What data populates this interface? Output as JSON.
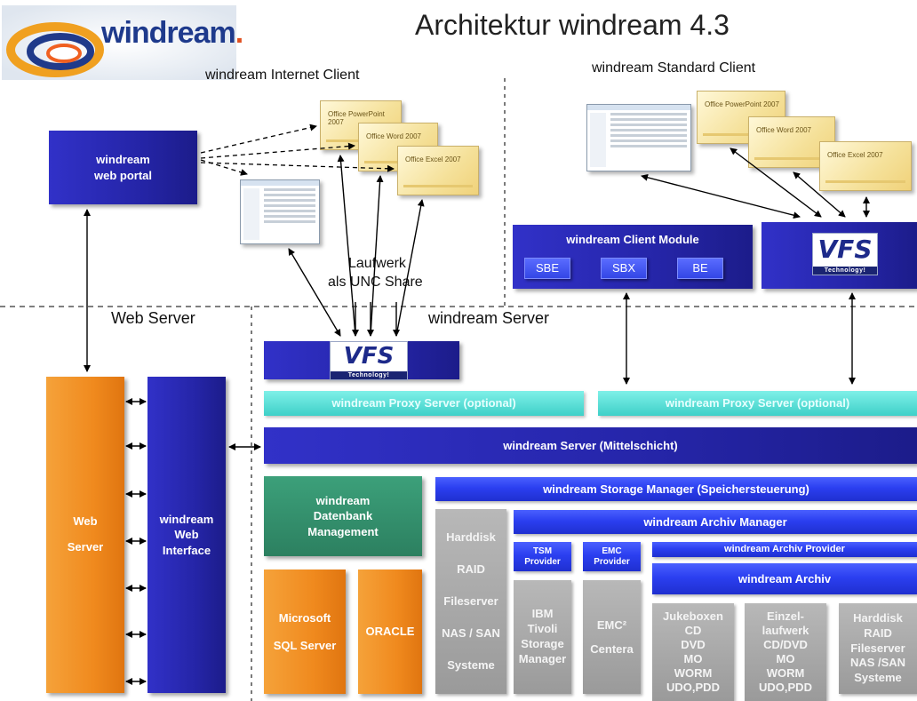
{
  "title": "Architektur windream 4.3",
  "logo": {
    "text": "windream",
    "mark": "."
  },
  "sections": {
    "internet_client": "windream Internet Client",
    "standard_client": "windream Standard Client",
    "web_server": "Web Server",
    "windream_server": "windream Server"
  },
  "drive_label": {
    "line1": "Laufwerk",
    "line2": "als UNC Share"
  },
  "web_portal": {
    "line1": "windream",
    "line2": "web portal"
  },
  "client_module": {
    "title": "windream Client Module",
    "pills": [
      "SBE",
      "SBX",
      "BE"
    ]
  },
  "vfs": {
    "text": "VFS",
    "sub": "Technology!"
  },
  "office_docs": {
    "powerpoint": "Office PowerPoint 2007",
    "word": "Office Word 2007",
    "excel": "Office Excel 2007"
  },
  "proxy_left": "windream Proxy Server (optional)",
  "proxy_right": "windream Proxy Server (optional)",
  "server_middle": "windream Server (Mittelschicht)",
  "web_server_box": {
    "line1": "Web",
    "line2": "Server"
  },
  "web_interface": {
    "line1": "windream",
    "line2": "Web",
    "line3": "Interface"
  },
  "db_mgmt": {
    "line1": "windream",
    "line2": "Datenbank",
    "line3": "Management"
  },
  "mssql": {
    "line1": "Microsoft",
    "line2": "SQL Server"
  },
  "oracle": "ORACLE",
  "storage_manager": "windream Storage Manager (Speichersteuerung)",
  "harddisk_left": [
    "Harddisk",
    "RAID",
    "Fileserver",
    "NAS / SAN",
    "Systeme"
  ],
  "archiv_manager": "windream Archiv Manager",
  "tsm_provider": {
    "line1": "TSM",
    "line2": "Provider"
  },
  "emc_provider": {
    "line1": "EMC",
    "line2": "Provider"
  },
  "archiv_provider": "windream Archiv Provider",
  "archiv": "windream Archiv",
  "ibm": [
    "IBM",
    "Tivoli",
    "Storage",
    "Manager"
  ],
  "emc": [
    "EMC²",
    "Centera"
  ],
  "jukeboxen": [
    "Jukeboxen",
    "CD",
    "DVD",
    "MO",
    "WORM",
    "UDO,PDD"
  ],
  "einzel": [
    "Einzel-",
    "laufwerk",
    "CD/DVD",
    "MO",
    "WORM",
    "UDO,PDD"
  ],
  "harddisk_right": [
    "Harddisk",
    "RAID",
    "Fileserver",
    "NAS /SAN",
    "Systeme"
  ],
  "colors": {
    "blue": "#2525a8",
    "orange": "#f08a1e",
    "green": "#2c8060",
    "teal": "#3ed0c8",
    "grey": "#9a9a9a"
  }
}
